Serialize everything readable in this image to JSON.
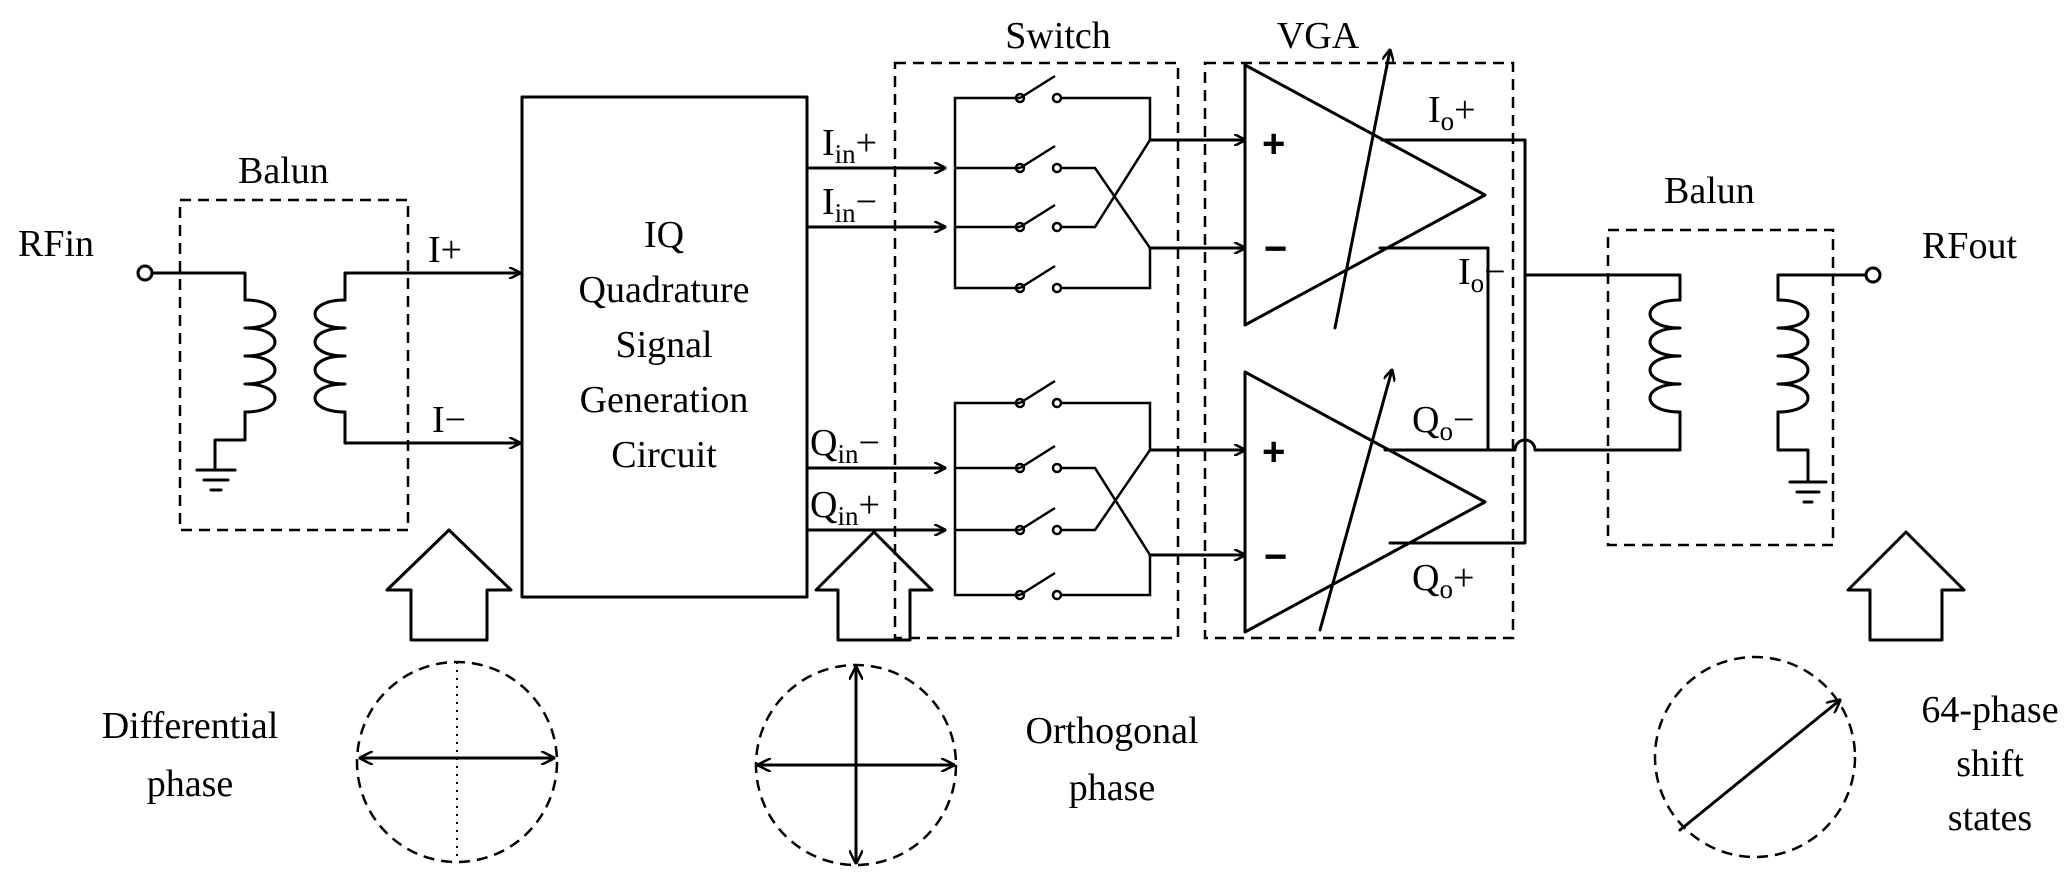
{
  "labels": {
    "rfin": "RFin",
    "rfout": "RFout",
    "balun_in": "Balun",
    "balun_out": "Balun",
    "i_plus": "I+",
    "i_minus": "I−",
    "iq_block": [
      "IQ",
      "Quadrature",
      "Signal",
      "Generation",
      "Circuit"
    ],
    "switch": "Switch",
    "vga": "VGA",
    "iin_plus": {
      "main": "I",
      "sub": "in",
      "sign": "+"
    },
    "iin_minus": {
      "main": "I",
      "sub": "in",
      "sign": "−"
    },
    "qin_minus": {
      "main": "Q",
      "sub": "in",
      "sign": "−"
    },
    "qin_plus": {
      "main": "Q",
      "sub": "in",
      "sign": "+"
    },
    "io_plus": {
      "main": "I",
      "sub": "o",
      "sign": "+"
    },
    "io_minus": {
      "main": "I",
      "sub": "o",
      "sign": "−"
    },
    "qo_minus": {
      "main": "Q",
      "sub": "o",
      "sign": "−"
    },
    "qo_plus": {
      "main": "Q",
      "sub": "o",
      "sign": "+"
    },
    "amp_plus": "+",
    "amp_minus": "−",
    "differential_phase": [
      "Differential",
      "phase"
    ],
    "orthogonal_phase": [
      "Orthogonal",
      "phase"
    ],
    "phase_states": [
      "64-phase",
      "shift",
      "states"
    ]
  }
}
